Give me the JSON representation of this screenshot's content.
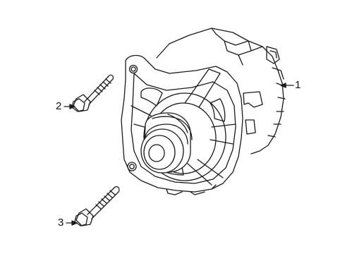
{
  "callouts": [
    {
      "id": "1",
      "label": "1"
    },
    {
      "id": "2",
      "label": "2"
    },
    {
      "id": "3",
      "label": "3"
    }
  ],
  "parts": [
    {
      "callout": "1",
      "icon": "alternator-icon"
    },
    {
      "callout": "2",
      "icon": "bolt-icon"
    },
    {
      "callout": "3",
      "icon": "bolt-icon"
    }
  ],
  "style": {
    "line_color": "#1a1a1a",
    "background": "#ffffff"
  }
}
